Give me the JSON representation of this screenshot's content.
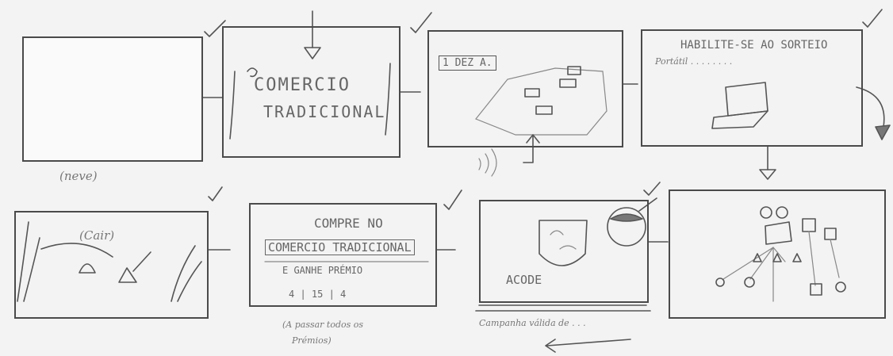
{
  "panels": [
    {
      "caption": "(neve)"
    },
    {
      "line1": "COMERCIO",
      "line2": "TRADICIONAL"
    },
    {
      "banner": "1 DEZ A."
    },
    {
      "title": "HABILITE-SE AO SORTEIO",
      "subtitle": "Portátil . . . . . . . ."
    },
    {},
    {
      "label": "ACODE",
      "caption": "Campanha válida de . . ."
    },
    {
      "line1": "COMPRE NO",
      "line2": "COMERCIO TRADICIONAL",
      "line3": "E GANHE PRÉMIO",
      "footer": "4 | 15 | 4",
      "caption1": "(A passar todos os",
      "caption2": "Prémios)"
    },
    {
      "label": "(Cair)"
    }
  ]
}
